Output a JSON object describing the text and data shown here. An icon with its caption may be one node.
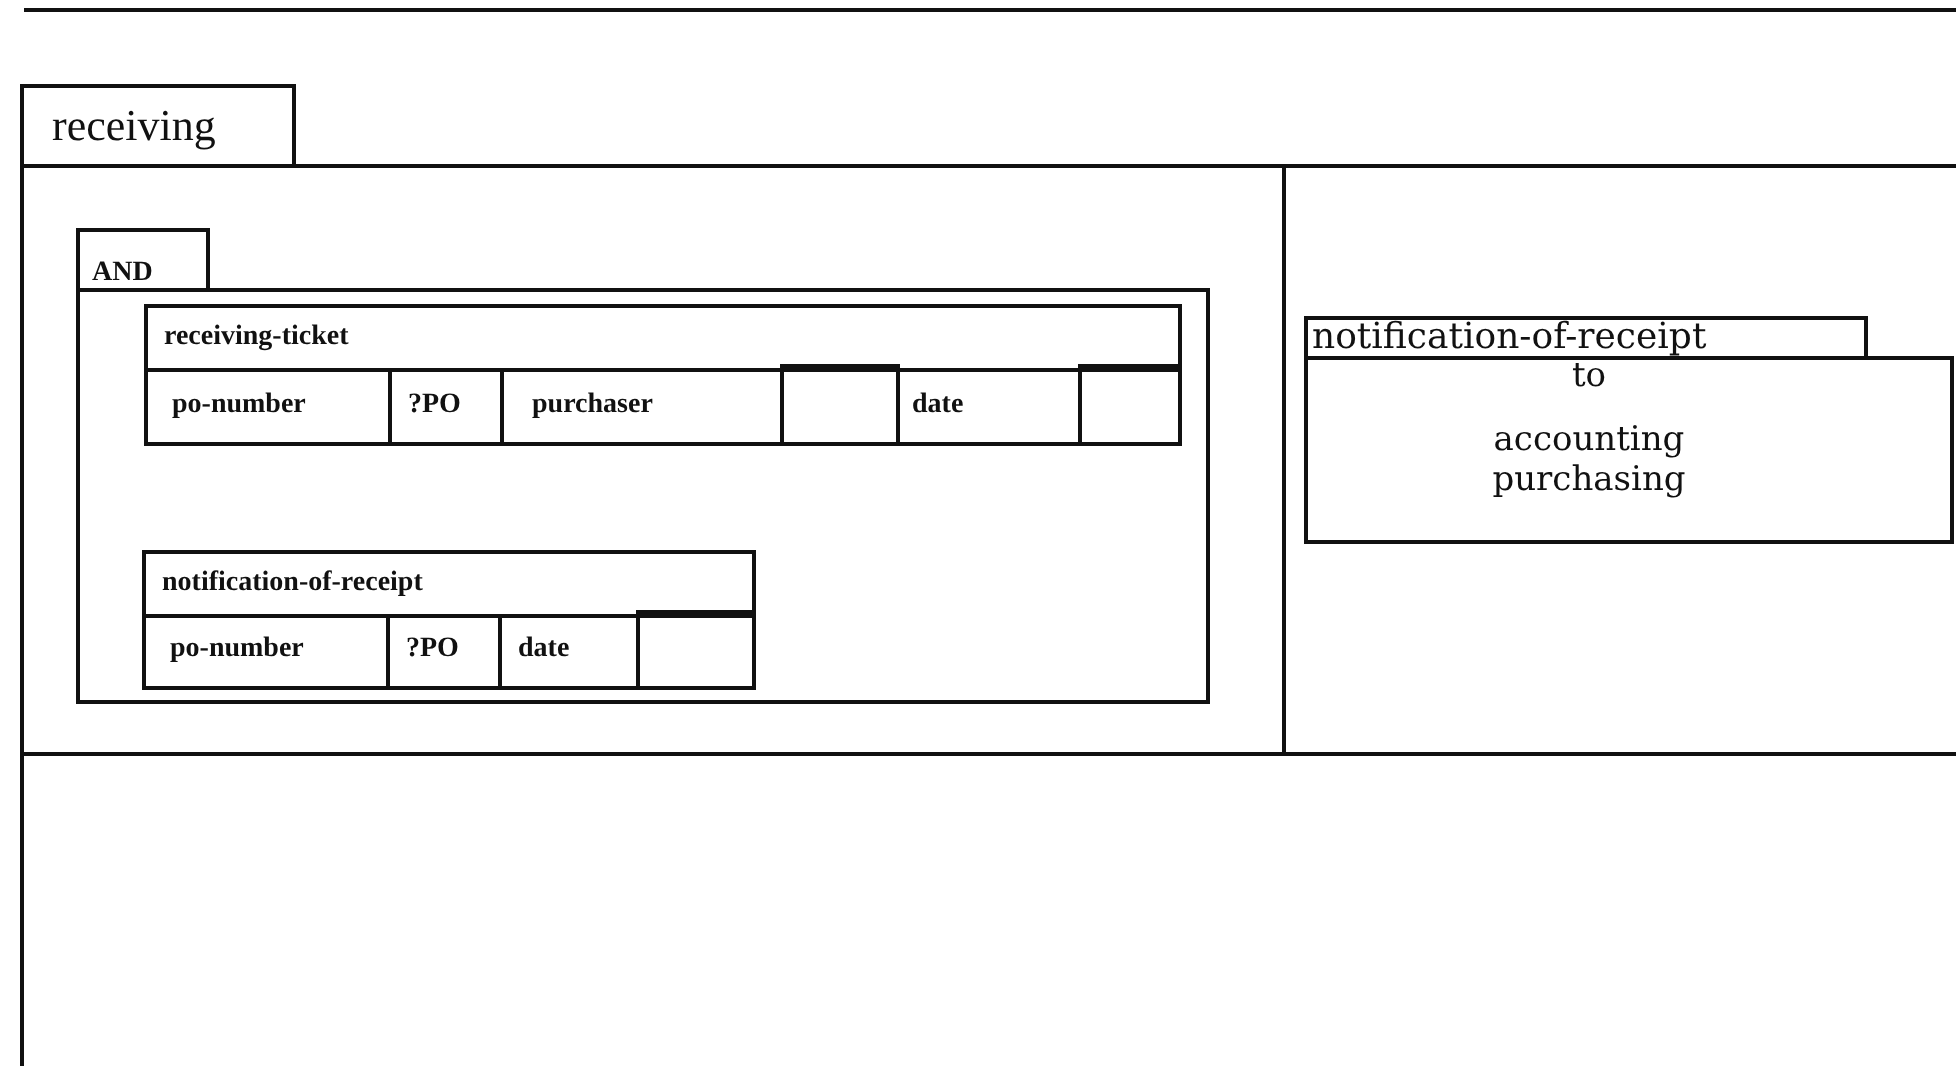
{
  "diagram": {
    "nodes": [
      {
        "text": [
          "receiving"
        ]
      },
      {
        "text": [
          "AND"
        ],
        "in": 0
      },
      {
        "text": [
          "receiving-ticket"
        ],
        "in": 1
      },
      {
        "text": [
          "po-number"
        ],
        "in": 2
      },
      {
        "text": [
          "?PO"
        ],
        "in": 2
      },
      {
        "text": [
          "purchaser"
        ],
        "in": 2
      },
      {
        "text": [],
        "shape": "box",
        "in": 2
      },
      {
        "text": [
          "date"
        ],
        "in": 2
      },
      {
        "text": [],
        "shape": "box",
        "in": 2
      },
      {
        "text": [
          "notification-of-receipt"
        ],
        "in": 1
      },
      {
        "text": [
          "po-number"
        ],
        "in": 9
      },
      {
        "text": [
          "?PO"
        ],
        "in": 9
      },
      {
        "text": [
          "date"
        ],
        "in": 9
      },
      {
        "text": [],
        "shape": "box",
        "in": 9
      },
      {
        "text": [
          "notification-of-receipt",
          "to",
          "accounting",
          "purchasing"
        ],
        "in": 0
      }
    ]
  }
}
